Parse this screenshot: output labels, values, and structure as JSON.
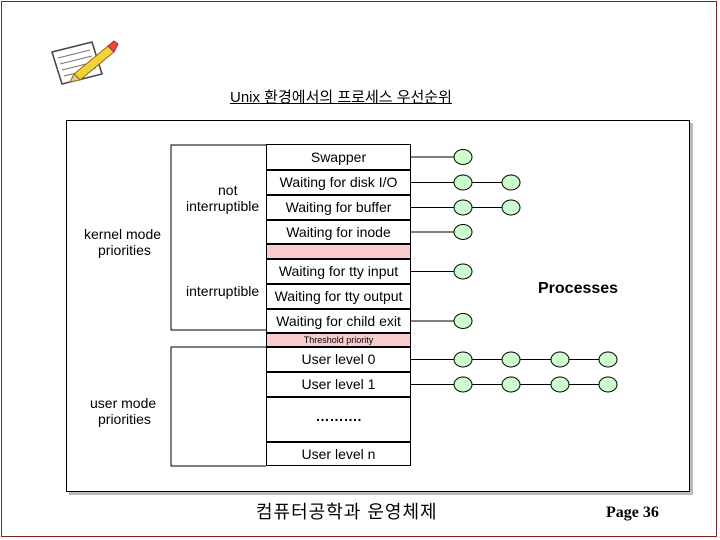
{
  "title": "Unix 환경에서의 프로세스 우선순위",
  "levels": [
    {
      "label": "Swapper",
      "small": false
    },
    {
      "label": "Waiting for disk I/O",
      "small": false
    },
    {
      "label": "Waiting for buffer",
      "small": false
    },
    {
      "label": "Waiting for inode",
      "small": false
    },
    {
      "label": "",
      "small": false
    },
    {
      "label": "Waiting for tty input",
      "small": false
    },
    {
      "label": "Waiting for tty output",
      "small": false
    },
    {
      "label": "Waiting for child exit",
      "small": false
    },
    {
      "label": "Threshold priority",
      "small": true
    },
    {
      "label": "User level 0",
      "small": false
    },
    {
      "label": "User level 1",
      "small": false
    },
    {
      "label": "……….",
      "small": false
    },
    {
      "label": "User level n",
      "small": false
    }
  ],
  "labels": {
    "not": "not",
    "interruptible_1": "interruptible",
    "interruptible_2": "interruptible",
    "kernel_mode_1": "kernel mode",
    "kernel_mode_2": "priorities",
    "user_mode_1": "user mode",
    "user_mode_2": "priorities",
    "processes": "Processes"
  },
  "process_counts": [
    1,
    2,
    2,
    1,
    0,
    1,
    0,
    1,
    0,
    4,
    4,
    0,
    0
  ],
  "colors": {
    "node_fill": "#ccffcc",
    "threshold_fill": "#f8cccc",
    "frame": "#8b2020"
  },
  "icon": "notepad-pencil-icon",
  "footer": "컴퓨터공학과 운영체제",
  "page": "Page 36"
}
